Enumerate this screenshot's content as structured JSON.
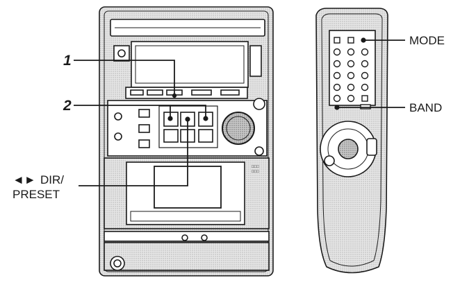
{
  "callouts": {
    "step_1": "1",
    "step_2": "2",
    "dir_preset_arrows": "◄►",
    "dir_preset_line1": "DIR/",
    "dir_preset_line2": "PRESET",
    "mode": "MODE",
    "band": "BAND"
  },
  "colors": {
    "ink": "#1a1a1a",
    "panel_gray": "#d9d9d9",
    "dark_gray": "#8a8a8a"
  }
}
